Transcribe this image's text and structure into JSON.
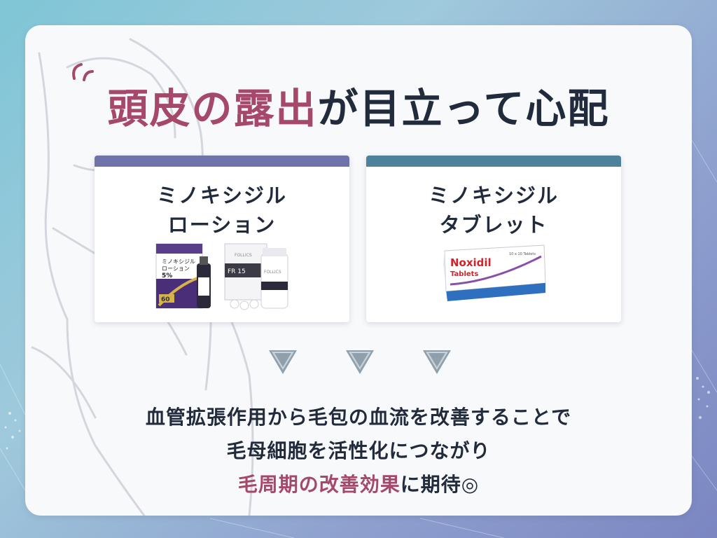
{
  "headline": {
    "accent_text": "頭皮の露出",
    "rest_text": "が目立って心配"
  },
  "products": [
    {
      "title_line1": "ミノキシジル",
      "title_line2": "ローション",
      "bar_color": "#6e74aa",
      "image_labels": {
        "box_label_main": "ミノキシジル",
        "box_label_sub": "ローション",
        "box_percent": "5%",
        "box_volume": "60",
        "bottle_label": "FOLLICS",
        "box2_label": "FR 15"
      }
    },
    {
      "title_line1": "ミノキシジル",
      "title_line2": "タブレット",
      "bar_color": "#4e819c",
      "image_labels": {
        "brand": "Noxidil",
        "brand_sub": "Tablets",
        "corner_text": "10 x 10 Tablets"
      }
    }
  ],
  "body": {
    "line1": "血管拡張作用から毛包の血流を改善することで",
    "line2": "毛母細胞を活性化につながり",
    "line3_accent": "毛周期の改善効果",
    "line3_rest": "に期待◎"
  },
  "colors": {
    "accent": "#a6486a",
    "text": "#222b3c",
    "arrow": "#8fa0ac"
  }
}
